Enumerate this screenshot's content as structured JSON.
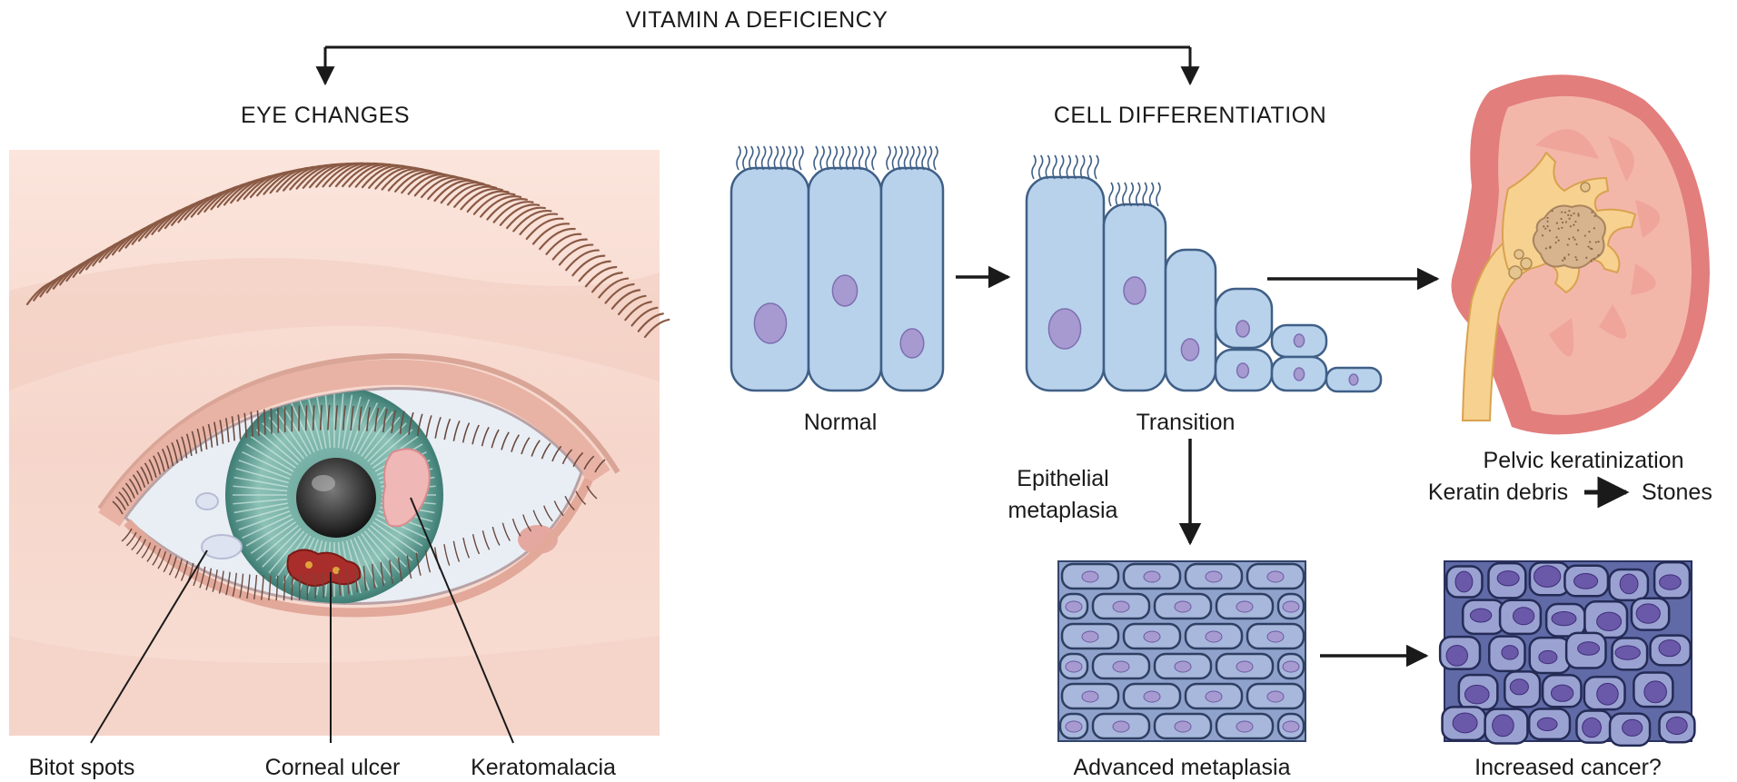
{
  "title": "VITAMIN A DEFICIENCY",
  "eye": {
    "heading": "EYE CHANGES",
    "labels": {
      "bitot": "Bitot spots",
      "ulcer": "Corneal ulcer",
      "kerato": "Keratomalacia"
    }
  },
  "cells": {
    "heading": "CELL DIFFERENTIATION",
    "normal": "Normal",
    "transition": "Transition",
    "epithelial_line1": "Epithelial",
    "epithelial_line2": "metaplasia",
    "advanced": "Advanced metaplasia",
    "cancer": "Increased cancer?"
  },
  "kidney": {
    "line1": "Pelvic keratinization",
    "debris": "Keratin debris",
    "stones": "Stones"
  },
  "colors": {
    "cell_fill": "#b9d2ec",
    "cell_stroke": "#3f5f86",
    "nucleus": "#a79ad0",
    "iris": "#7fb3a9",
    "skin": "#f7dcd2",
    "kidney_outer": "#e27e7c",
    "kidney_inner": "#f6c4b6",
    "pelvis": "#f7d190"
  }
}
